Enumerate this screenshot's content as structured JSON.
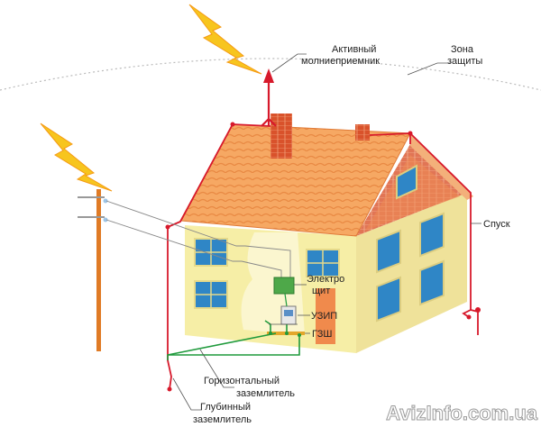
{
  "labels": {
    "active_terminal_line1": "Активный",
    "active_terminal_line2": "молниеприемник",
    "zone_line1": "Зона",
    "zone_line2": "защиты",
    "downconductor": "Спуск",
    "panel_line1": "Электро",
    "panel_line2": "щит",
    "spd": "УЗИП",
    "main_bus": "ГЗШ",
    "horizontal_line1": "Горизонтальный",
    "horizontal_line2": "заземлитель",
    "deep_line1": "Глубинный",
    "deep_line2": "заземлитель"
  },
  "watermark": "AvizInfo.com.ua",
  "colors": {
    "lightning_conductor": "#d7192b",
    "ground_conductor": "#1f9a3c",
    "pole": "#e07b25",
    "roof": "#f6a863",
    "wall_front": "#f6eea6",
    "wall_side": "#efe29a",
    "window": "#2f86c6",
    "bolt": "#f7c51e",
    "zone_line": "#bbbbbb",
    "watermark_fill": "#ffffff",
    "watermark_stroke": "#9a9a9a"
  }
}
